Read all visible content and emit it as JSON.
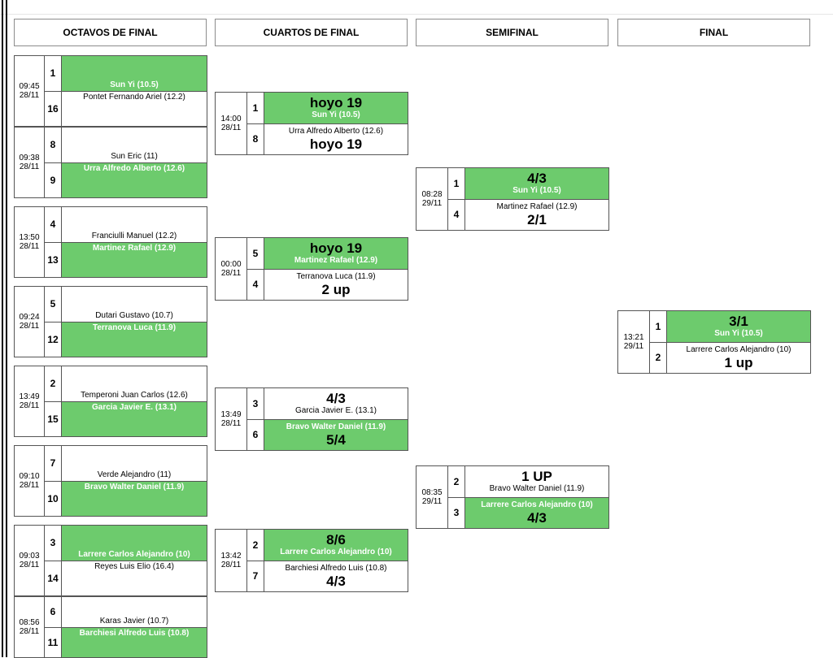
{
  "headers": [
    "OCTAVOS DE FINAL",
    "CUARTOS DE FINAL",
    "SEMIFINAL",
    "FINAL"
  ],
  "colors": {
    "winner": "#6dcb6d",
    "border": "#555555"
  },
  "octavos": [
    {
      "time": "09:45",
      "date": "28/11",
      "p1": {
        "seed": "1",
        "name": "Sun Yi (10.5)",
        "win": true
      },
      "p2": {
        "seed": "16",
        "name": "Pontet Fernando Ariel (12.2)",
        "win": false
      }
    },
    {
      "time": "09:38",
      "date": "28/11",
      "p1": {
        "seed": "8",
        "name": "Sun Eric (11)",
        "win": false
      },
      "p2": {
        "seed": "9",
        "name": "Urra Alfredo Alberto (12.6)",
        "win": true
      }
    },
    {
      "time": "13:50",
      "date": "28/11",
      "p1": {
        "seed": "4",
        "name": "Franciulli Manuel (12.2)",
        "win": false
      },
      "p2": {
        "seed": "13",
        "name": "Martinez Rafael (12.9)",
        "win": true
      }
    },
    {
      "time": "09:24",
      "date": "28/11",
      "p1": {
        "seed": "5",
        "name": "Dutari Gustavo (10.7)",
        "win": false
      },
      "p2": {
        "seed": "12",
        "name": "Terranova Luca (11.9)",
        "win": true
      }
    },
    {
      "time": "13:49",
      "date": "28/11",
      "p1": {
        "seed": "2",
        "name": "Temperoni Juan Carlos (12.6)",
        "win": false
      },
      "p2": {
        "seed": "15",
        "name": "Garcia Javier E. (13.1)",
        "win": true
      }
    },
    {
      "time": "09:10",
      "date": "28/11",
      "p1": {
        "seed": "7",
        "name": "Verde Alejandro (11)",
        "win": false
      },
      "p2": {
        "seed": "10",
        "name": "Bravo Walter Daniel (11.9)",
        "win": true
      }
    },
    {
      "time": "09:03",
      "date": "28/11",
      "p1": {
        "seed": "3",
        "name": "Larrere Carlos Alejandro (10)",
        "win": true
      },
      "p2": {
        "seed": "14",
        "name": "Reyes Luis Elio (16.4)",
        "win": false
      }
    },
    {
      "time": "08:56",
      "date": "28/11",
      "p1": {
        "seed": "6",
        "name": "Karas Javier (10.7)",
        "win": false
      },
      "p2": {
        "seed": "11",
        "name": "Barchiesi Alfredo Luis (10.8)",
        "win": true
      }
    }
  ],
  "cuartos": [
    {
      "time": "14:00",
      "date": "28/11",
      "p1": {
        "seed": "1",
        "name": "Sun Yi (10.5)",
        "score": "hoyo 19",
        "win": true
      },
      "p2": {
        "seed": "8",
        "name": "Urra Alfredo Alberto (12.6)",
        "score": "hoyo 19",
        "win": false
      }
    },
    {
      "time": "00:00",
      "date": "28/11",
      "p1": {
        "seed": "5",
        "name": "Martinez Rafael (12.9)",
        "score": "hoyo 19",
        "win": true
      },
      "p2": {
        "seed": "4",
        "name": "Terranova Luca (11.9)",
        "score": "2 up",
        "win": false
      }
    },
    {
      "time": "13:49",
      "date": "28/11",
      "p1": {
        "seed": "3",
        "name": "Garcia Javier E. (13.1)",
        "score": "4/3",
        "win": false
      },
      "p2": {
        "seed": "6",
        "name": "Bravo Walter Daniel (11.9)",
        "score": "5/4",
        "win": true
      }
    },
    {
      "time": "13:42",
      "date": "28/11",
      "p1": {
        "seed": "2",
        "name": "Larrere Carlos Alejandro (10)",
        "score": "8/6",
        "win": true
      },
      "p2": {
        "seed": "7",
        "name": "Barchiesi Alfredo Luis (10.8)",
        "score": "4/3",
        "win": false
      }
    }
  ],
  "semifinal": [
    {
      "time": "08:28",
      "date": "29/11",
      "p1": {
        "seed": "1",
        "name": "Sun Yi (10.5)",
        "score": "4/3",
        "win": true
      },
      "p2": {
        "seed": "4",
        "name": "Martinez Rafael (12.9)",
        "score": "2/1",
        "win": false
      }
    },
    {
      "time": "08:35",
      "date": "29/11",
      "p1": {
        "seed": "2",
        "name": "Bravo Walter Daniel (11.9)",
        "score": "1 UP",
        "win": false
      },
      "p2": {
        "seed": "3",
        "name": "Larrere Carlos Alejandro (10)",
        "score": "4/3",
        "win": true
      }
    }
  ],
  "final": [
    {
      "time": "13:21",
      "date": "29/11",
      "p1": {
        "seed": "1",
        "name": "Sun Yi (10.5)",
        "score": "3/1",
        "win": true
      },
      "p2": {
        "seed": "2",
        "name": "Larrere Carlos Alejandro (10)",
        "score": "1 up",
        "win": false
      }
    }
  ]
}
